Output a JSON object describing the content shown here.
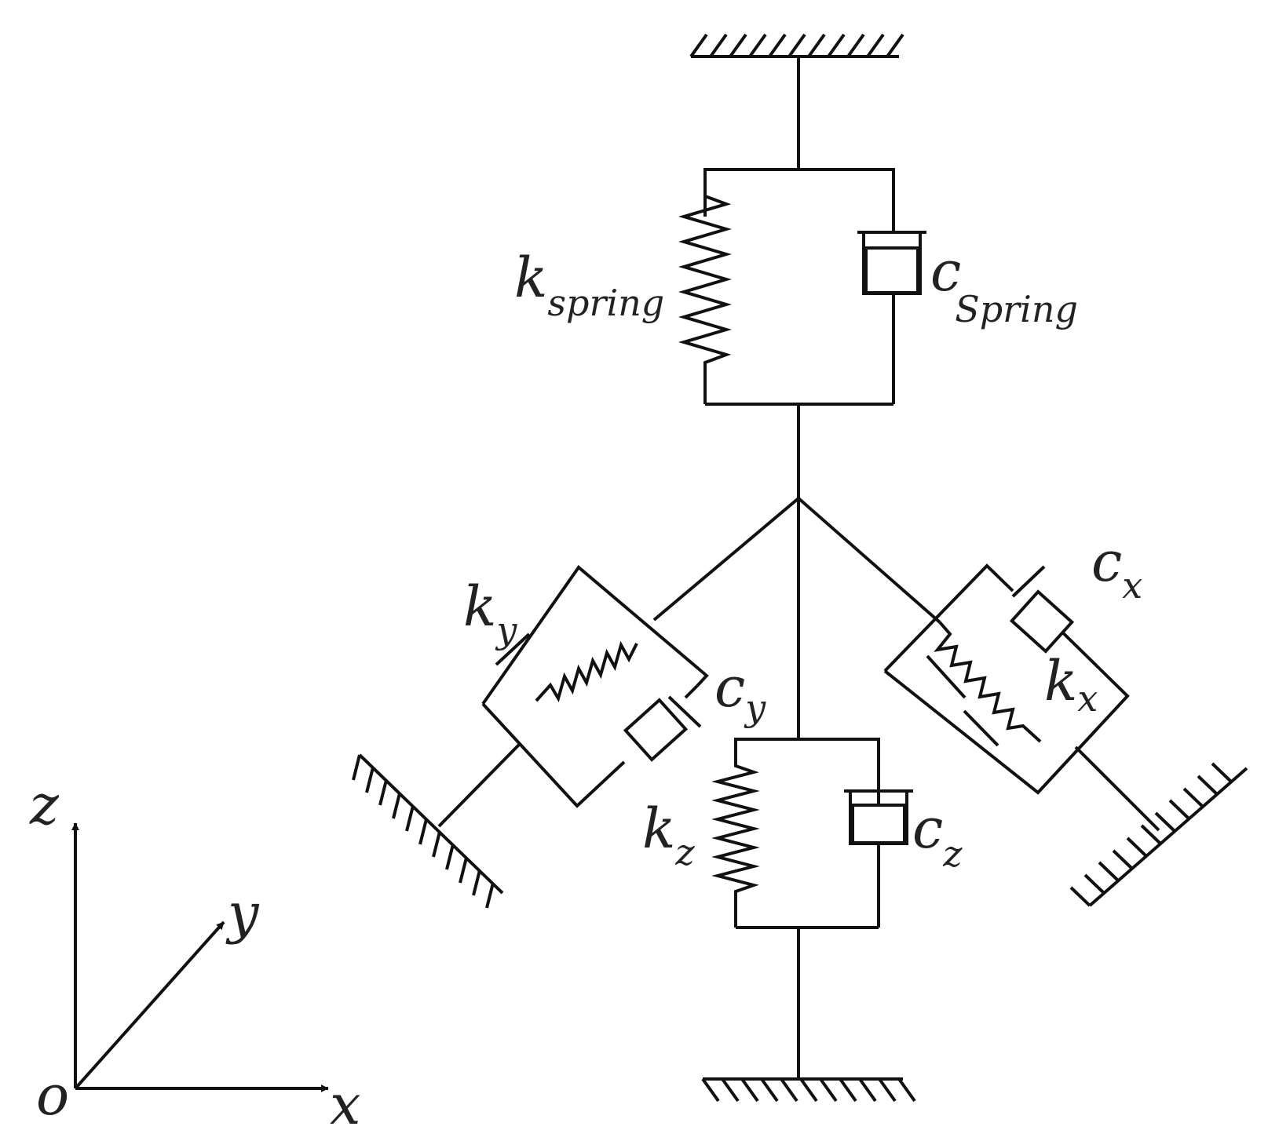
{
  "labels": {
    "k_spring": {
      "main": "k",
      "sub": "spring"
    },
    "c_spring": {
      "main": "c",
      "sub": "Spring"
    },
    "k_y": {
      "main": "k",
      "sub": "y"
    },
    "c_y": {
      "main": "c",
      "sub": "y"
    },
    "k_x": {
      "main": "k",
      "sub": "x"
    },
    "c_x": {
      "main": "c",
      "sub": "x"
    },
    "k_z": {
      "main": "k",
      "sub": "z"
    },
    "c_z": {
      "main": "c",
      "sub": "z"
    }
  },
  "axes": {
    "z": "z",
    "y": "y",
    "x": "x",
    "origin": "o"
  }
}
